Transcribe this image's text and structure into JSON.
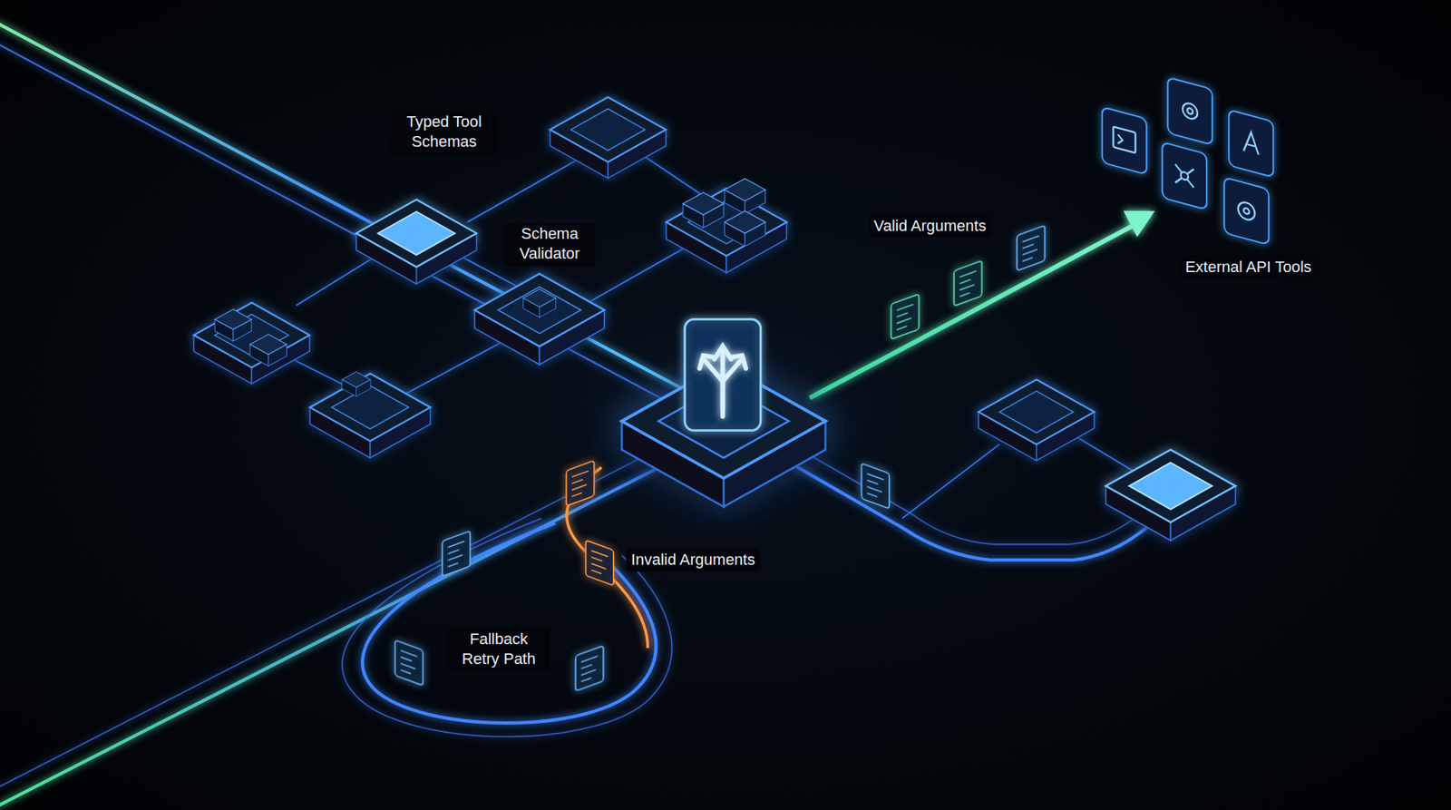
{
  "diagram": {
    "labels": [
      "Typed Tool Schemas",
      "Schema Validator",
      "Valid Arguments",
      "External API Tools",
      "Invalid Arguments",
      "Fallback Retry Path"
    ]
  }
}
